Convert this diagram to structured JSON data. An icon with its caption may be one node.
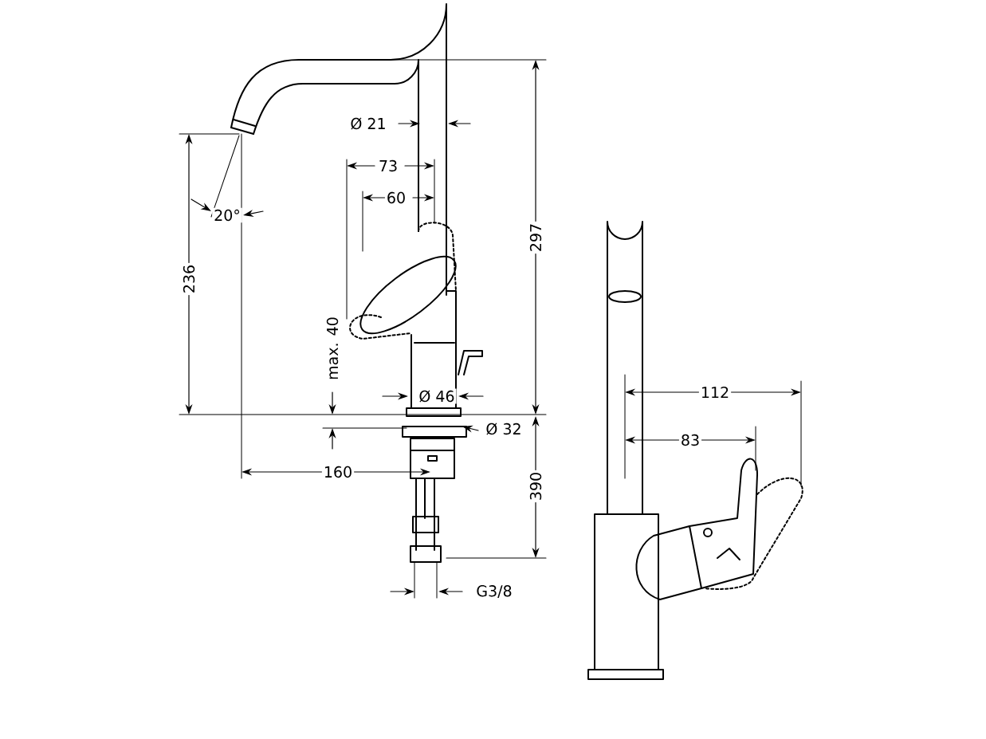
{
  "diagram": {
    "labels": [
      "Ø 21",
      "73",
      "60",
      "297",
      "20°",
      "236",
      "max. 40",
      "112",
      "Ø 46",
      "Ø 32",
      "83",
      "160",
      "390",
      "G3/8"
    ]
  }
}
